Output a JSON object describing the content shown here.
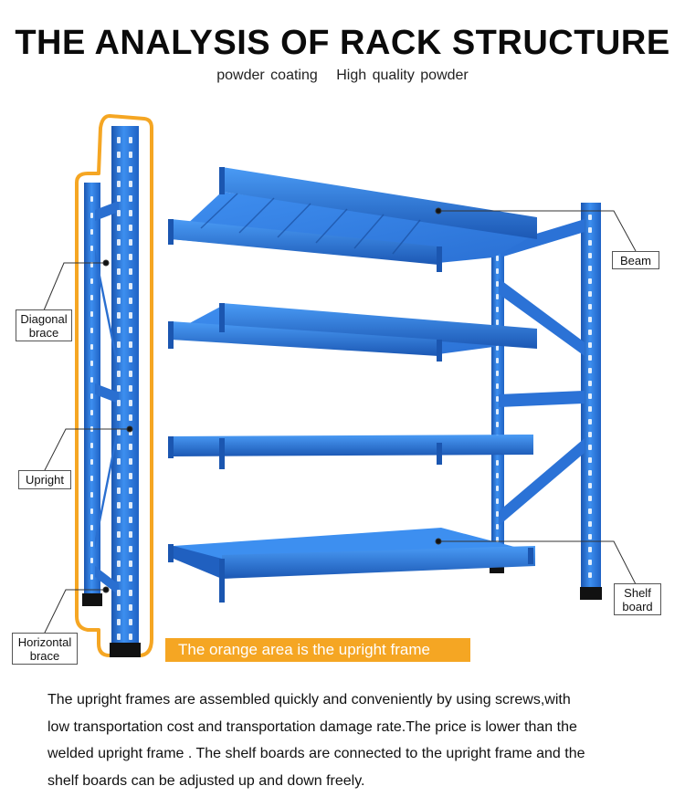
{
  "title": "THE ANALYSIS OF RACK STRUCTURE",
  "subtitle": [
    "powder coating",
    "High quality powder"
  ],
  "colors": {
    "rack_blue": "#2f7de0",
    "rack_dark": "#1b56b0",
    "highlight_orange": "#f5a623"
  },
  "labels": {
    "diagonal_brace": "Diagonal brace",
    "upright": "Upright",
    "horizontal_brace": "Horizontal brace",
    "beam": "Beam",
    "shelf_board": "Shelf board"
  },
  "banner": "The orange area is the upright frame",
  "description": [
    " The upright frames are assembled quickly and conveniently by using screws,with",
    "low transportation cost and transportation damage rate.The price is lower than the",
    "welded upright frame . The shelf boards are connected to the upright frame and the",
    "shelf boards can be adjusted up and down freely."
  ]
}
